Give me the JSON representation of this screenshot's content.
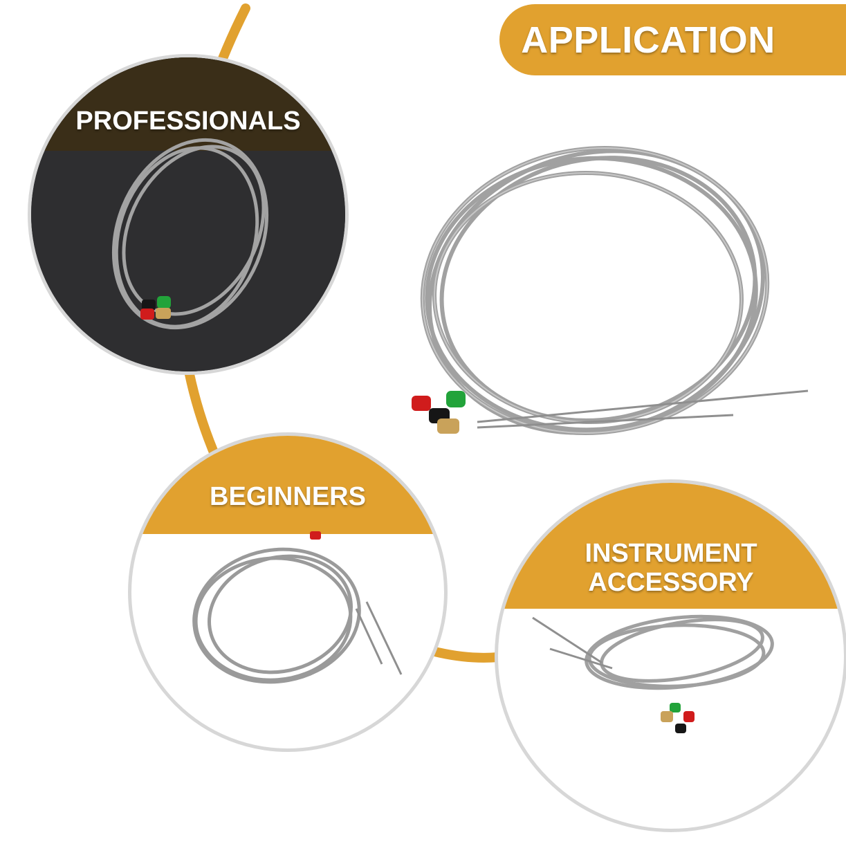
{
  "header": {
    "label": "APPLICATION"
  },
  "sections": {
    "professionals": {
      "label": "PROFESSIONALS"
    },
    "beginners": {
      "label": "BEGINNERS"
    },
    "accessory": {
      "line1": "INSTRUMENT",
      "line2": "ACCESSORY"
    }
  },
  "colors": {
    "accent": "#e1a12f",
    "dark_band": "#3a2e18",
    "ring_border": "#d7d7d7",
    "string": "#9a9a9a",
    "ball_red": "#d01c1c",
    "ball_green": "#22a33a",
    "ball_black": "#161616",
    "ball_brass": "#c9a25a"
  },
  "icons": [
    "coiled-strings-image"
  ]
}
